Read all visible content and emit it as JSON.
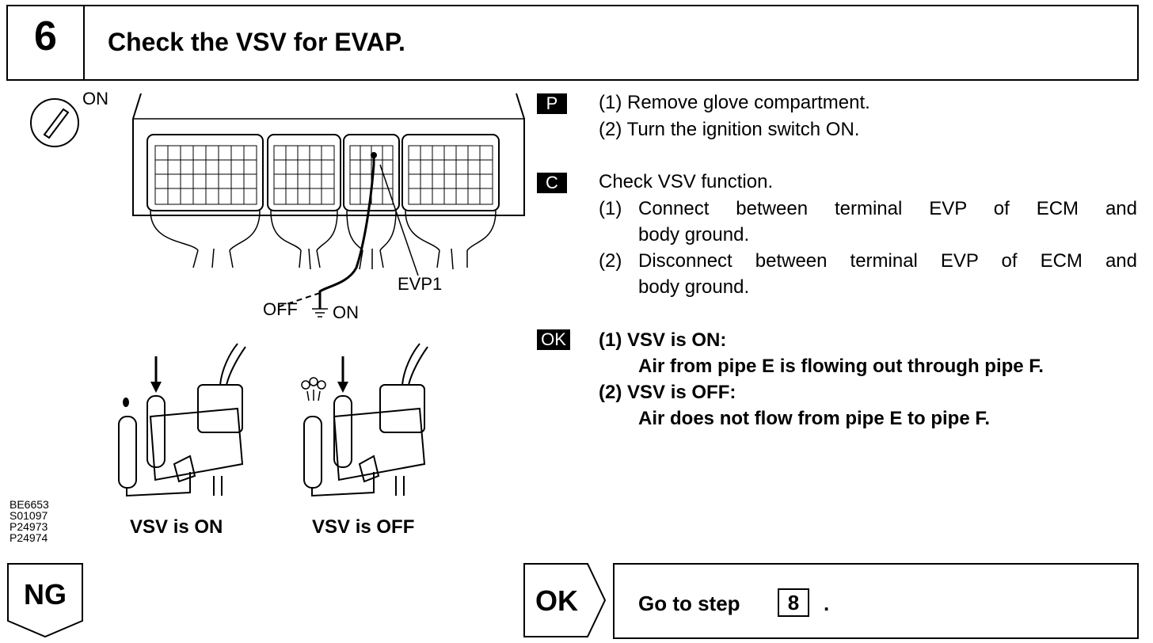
{
  "header": {
    "step_number": "6",
    "title": "Check the VSV for EVAP."
  },
  "figure": {
    "ignition_label": "ON",
    "terminal_label": "EVP1",
    "switch_off_label": "OFF",
    "switch_on_label": "ON",
    "vsv_on_caption": "VSV is ON",
    "vsv_off_caption": "VSV is OFF",
    "figure_codes": [
      "BE6653",
      "S01097",
      "P24973",
      "P24974"
    ]
  },
  "instructions": {
    "prep_tag": "P",
    "prep_steps": [
      "(1) Remove glove compartment.",
      "(2) Turn the ignition switch ON."
    ],
    "check_tag": "C",
    "check_title": "Check VSV function.",
    "check_step1_num": "(1)",
    "check_step1_line1": "Connect between terminal EVP of ECM and",
    "check_step1_line2": "body ground.",
    "check_step2_num": "(2)",
    "check_step2_line1": "Disconnect between terminal EVP of ECM and",
    "check_step2_line2": "body ground.",
    "ok_tag": "OK",
    "ok_step1_head": "(1) VSV is ON:",
    "ok_step1_body": "Air from pipe E is flowing out through pipe F.",
    "ok_step2_head": "(2) VSV is OFF:",
    "ok_step2_body": "Air does not flow from pipe E to pipe F."
  },
  "results": {
    "ng_label": "NG",
    "ok_label": "OK",
    "goto_text": "Go to step",
    "goto_step": "8",
    "goto_period": "."
  }
}
